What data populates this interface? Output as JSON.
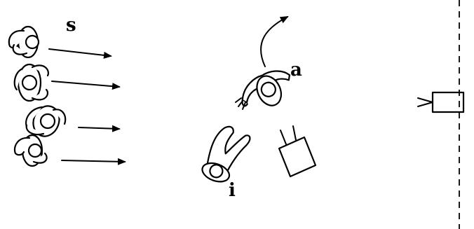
{
  "labels": {
    "group": "s",
    "agent": "a",
    "individual": "i"
  },
  "colors": {
    "ink": "#000000",
    "background": "#ffffff"
  }
}
